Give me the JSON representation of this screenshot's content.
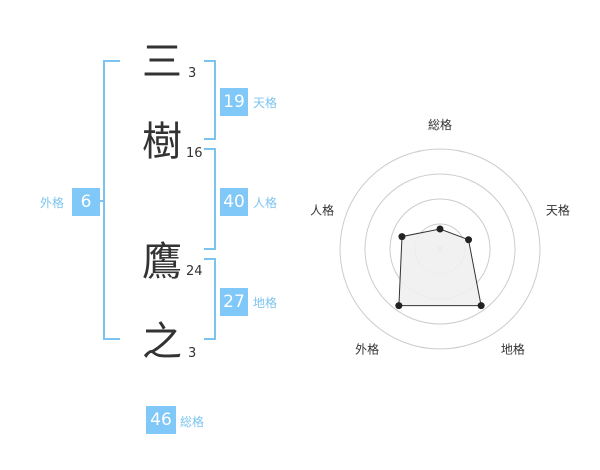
{
  "name_chars": [
    {
      "char": "三",
      "strokes": "3"
    },
    {
      "char": "樹",
      "strokes": "16"
    },
    {
      "char": "鷹",
      "strokes": "24"
    },
    {
      "char": "之",
      "strokes": "3"
    }
  ],
  "fortunes": {
    "tenkaku": {
      "value": "19",
      "label": "天格"
    },
    "jinkaku": {
      "value": "40",
      "label": "人格"
    },
    "chikaku": {
      "value": "27",
      "label": "地格"
    },
    "gaikaku": {
      "value": "6",
      "label": "外格"
    },
    "soukaku": {
      "value": "46",
      "label": "総格"
    }
  },
  "chart_data": {
    "type": "radar",
    "axes": [
      "総格",
      "天格",
      "地格",
      "外格",
      "人格"
    ],
    "values": [
      1.0,
      1.5,
      3.5,
      3.5,
      2.0
    ],
    "rmax": 5,
    "rings": 4,
    "grid": true
  },
  "colors": {
    "accent": "#7fc8f8",
    "bracket": "#7cc4f0",
    "text": "#333333",
    "radar_fill": "#efefef",
    "radar_line": "#333333",
    "grid": "#cccccc"
  }
}
